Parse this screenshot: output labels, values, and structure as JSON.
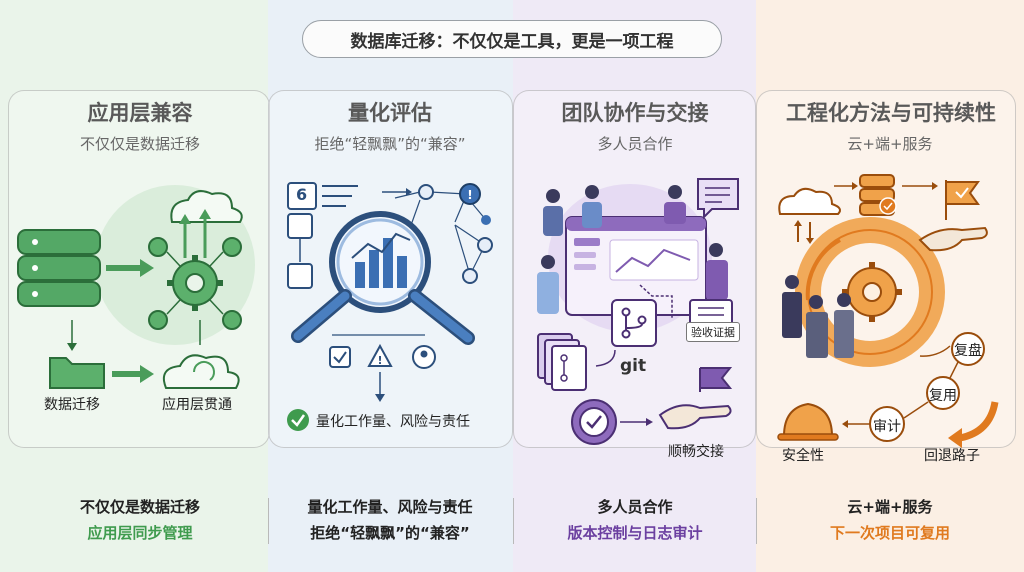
{
  "banner": "数据库迁移：不仅仅是工具，更是一项工程",
  "columns": [
    {
      "title": "应用层兼容",
      "subtitle": "不仅仅是数据迁移",
      "labels": {
        "left": "数据迁移",
        "right": "应用层贯通"
      },
      "bottom": {
        "line1": "不仅仅是数据迁移",
        "line2": "应用层同步管理"
      },
      "accent": "#3f9b4e"
    },
    {
      "title": "量化评估",
      "subtitle": "拒绝“轻飘飘”的“兼容”",
      "labels": {
        "number": "6",
        "result": "量化工作量、风险与责任"
      },
      "bottom": {
        "line1": "量化工作量、风险与责任",
        "line2": "拒绝“轻飘飘”的“兼容”"
      },
      "accent": "#3b6fb3"
    },
    {
      "title": "团队协作与交接",
      "subtitle": "多人员合作",
      "labels": {
        "verify": "验收证据",
        "git": "git",
        "handover": "顺畅交接"
      },
      "bottom": {
        "line1": "多人员合作",
        "line2": "版本控制与日志审计"
      },
      "accent": "#6b3fa0"
    },
    {
      "title": "工程化方法与可持续性",
      "subtitle": "云+端+服务",
      "labels": {
        "review": "复盘",
        "reuse": "复用",
        "audit": "审计",
        "safety": "安全性",
        "rollback": "回退路子"
      },
      "bottom": {
        "line1": "云+端+服务",
        "line2": "下一次项目可复用"
      },
      "accent": "#e07a1f"
    }
  ]
}
